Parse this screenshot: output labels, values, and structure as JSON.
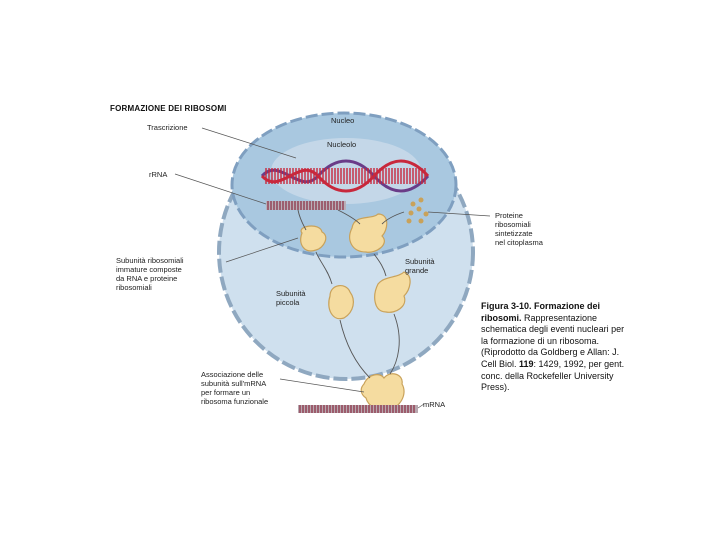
{
  "figure": {
    "title": "FORMAZIONE DEI RIBOSOMI",
    "labels": {
      "trascrizione": "Trascrizione",
      "nucleo": "Nucleo",
      "nucleolo": "Nucleolo",
      "rrna": "rRNA",
      "proteine": "Proteine\nribosomiali\nsintetizzate\nnel citoplasma",
      "subunita_immature": "Subunità ribosomiali\nimmature composte\nda RNA e proteine\nribosomiali",
      "subunita_grande": "Subunità\ngrande",
      "subunita_piccola": "Subunità\npiccola",
      "associazione": "Associazione delle\nsubunità sull'mRNA\nper formare un\nribosoma funzionale",
      "mrna": "mRNA"
    },
    "colors": {
      "cytoplasm": "#cfe0ee",
      "nucleus": "#a9c8e0",
      "nucleolus": "#c4d7e8",
      "ribosome": "#f5dca0",
      "ribosome_stroke": "#c9a25a",
      "dna_red": "#c8283c",
      "dna_purple": "#6a3c88"
    }
  },
  "caption": {
    "heading": "Figura 3-10. Formazione dei ribosomi.",
    "body": " Rappresentazione schematica degli eventi nucleari per la formazione di un ribosoma. (Riprodotto da Goldberg e Allan: J. Cell Biol. ",
    "volume": "119",
    "tail": ": 1429, 1992, per gent. conc. della Rockefeller University Press)."
  }
}
